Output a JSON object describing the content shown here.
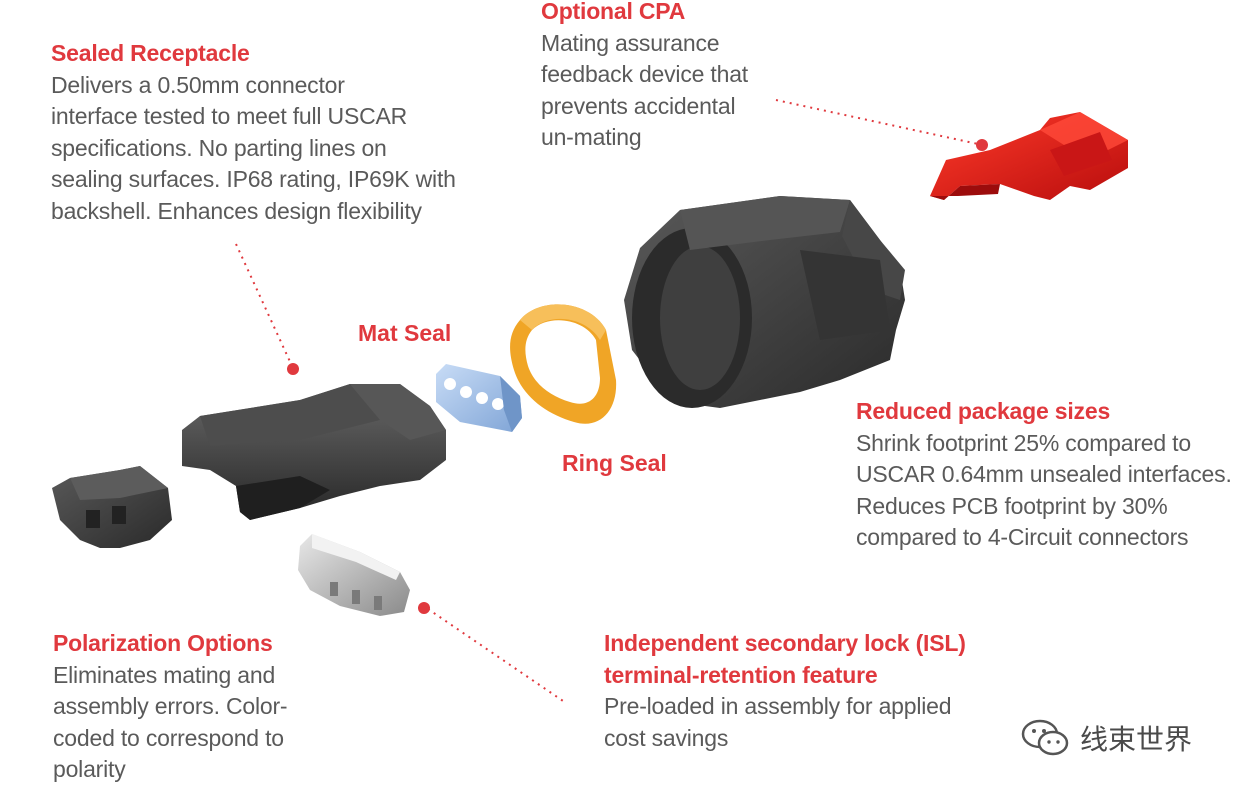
{
  "callouts": {
    "sealed_receptacle": {
      "title": "Sealed Receptacle",
      "body": "Delivers a 0.50mm connector\ninterface tested to meet full USCAR\nspecifications. No parting lines on\nsealing surfaces. IP68 rating, IP69K with\nbackshell. Enhances design flexibility"
    },
    "optional_cpa": {
      "title": "Optional CPA",
      "body": "Mating assurance\nfeedback device that\nprevents accidental\nun-mating"
    },
    "reduced_package": {
      "title": "Reduced package sizes",
      "body": "Shrink footprint 25% compared to\nUSCAR 0.64mm unsealed interfaces.\nReduces PCB footprint by 30%\ncompared to 4-Circuit connectors"
    },
    "polarization": {
      "title": "Polarization Options",
      "body": "Eliminates mating and\nassembly errors. Color-\ncoded to correspond to\npolarity"
    },
    "isl": {
      "title": "Independent secondary lock (ISL)\nterminal-retention feature",
      "body": "Pre-loaded in assembly for applied\ncost savings"
    }
  },
  "part_labels": {
    "mat_seal": "Mat Seal",
    "ring_seal": "Ring Seal"
  },
  "watermark": {
    "text": "线束世界",
    "icon": "wechat-icon"
  },
  "colors": {
    "accent": "#e0393e",
    "text": "#5a5a5a",
    "connector": "#3a3a3a",
    "cpa": "#e81c1c",
    "ring_seal": "#f0a526",
    "mat_seal": "#a6c4ea"
  }
}
